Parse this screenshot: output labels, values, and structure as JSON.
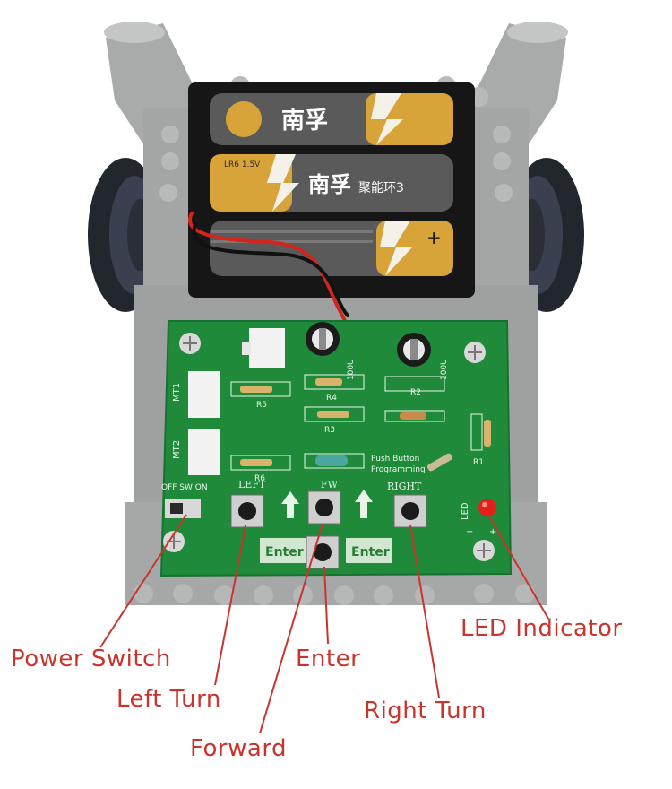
{
  "callouts": {
    "power_switch": "Power Switch",
    "left_turn": "Left Turn",
    "forward": "Forward",
    "enter": "Enter",
    "right_turn": "Right Turn",
    "led_indicator": "LED Indicator"
  },
  "pcb": {
    "switch_label": "OFF SW ON",
    "left_label": "LEFT",
    "fw_label": "FW",
    "right_label": "RIGHT",
    "led_label": "LED",
    "enter_left": "Enter",
    "enter_right": "Enter",
    "push_button_line1": "Push Button",
    "push_button_line2": "Programming",
    "mt1": "MT1",
    "mt2": "MT2",
    "cap_value": "100U",
    "r4": "R4",
    "r5": "R5",
    "r6": "R6",
    "r3": "R3",
    "r2": "R2",
    "r1": "R1",
    "minus": "−",
    "plus": "+"
  },
  "batteries": {
    "brand": "南孚",
    "series": "聚能环3",
    "type": "LR6 1.5V"
  },
  "colors": {
    "callout": "#c9342d",
    "pcb": "#1f8a3a",
    "chassis": "#a9abab",
    "battery_gold": "#d8a43a"
  }
}
